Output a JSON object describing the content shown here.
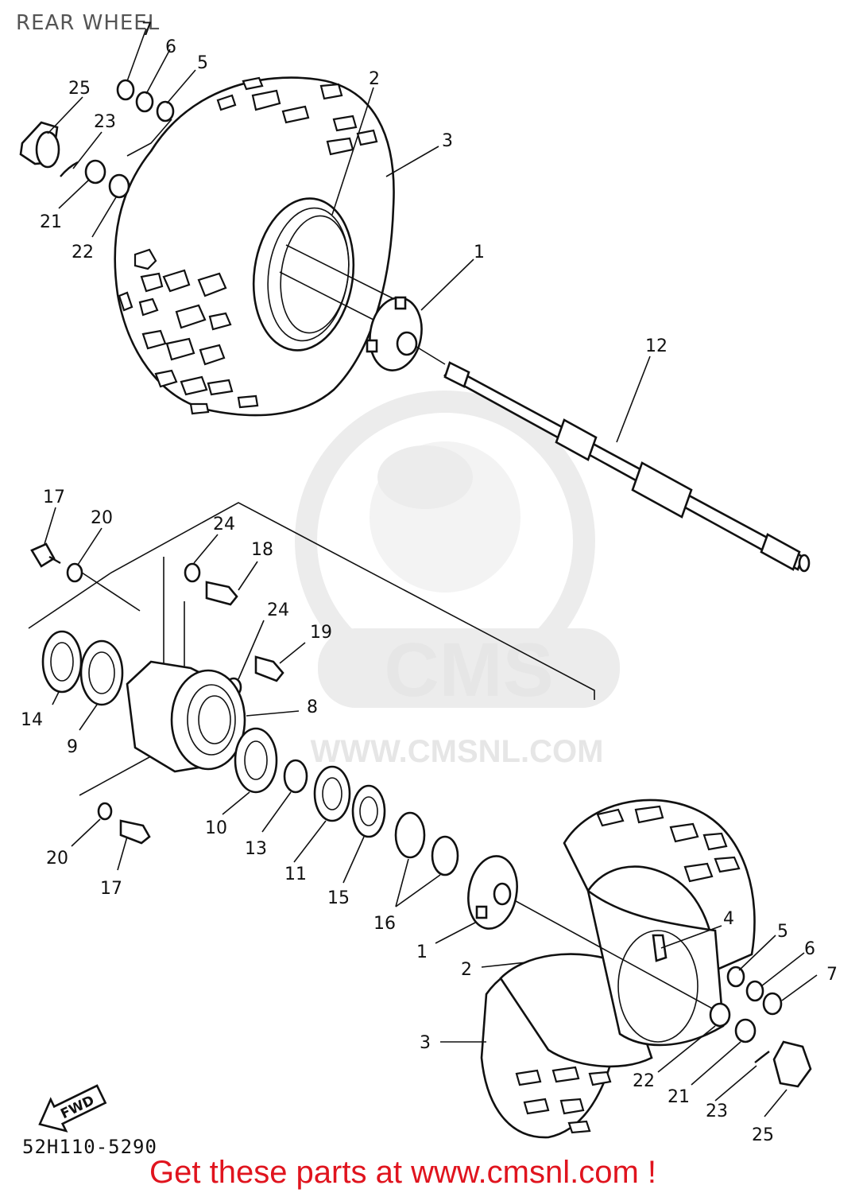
{
  "title": "REAR WHEEL",
  "diagram_code": "52H110-5290",
  "banner": "Get these parts at www.cmsnl.com !",
  "watermark": {
    "brand": "CMS",
    "url": "WWW.CMSNL.COM",
    "color": "#e6e6e6"
  },
  "labels": {
    "l7a": "7",
    "l6a": "6",
    "l5a": "5",
    "l25a": "25",
    "l23a": "23",
    "l21a": "21",
    "l22a": "22",
    "l2a": "2",
    "l3a": "3",
    "l1a": "1",
    "l12": "12",
    "l17a": "17",
    "l20a": "20",
    "l24a": "24",
    "l18": "18",
    "l24b": "24",
    "l19": "19",
    "l14": "14",
    "l9": "9",
    "l8": "8",
    "l10": "10",
    "l13": "13",
    "l11": "11",
    "l15": "15",
    "l16": "16",
    "l20b": "20",
    "l17b": "17",
    "l1b": "1",
    "l2b": "2",
    "l3b": "3",
    "l4": "4",
    "l5b": "5",
    "l6b": "6",
    "l7b": "7",
    "l22b": "22",
    "l21b": "21",
    "l23b": "23",
    "l25b": "25"
  },
  "fwd_arrow": "FWD",
  "colors": {
    "banner": "#e0141e",
    "title": "#555555",
    "line": "#111111"
  }
}
